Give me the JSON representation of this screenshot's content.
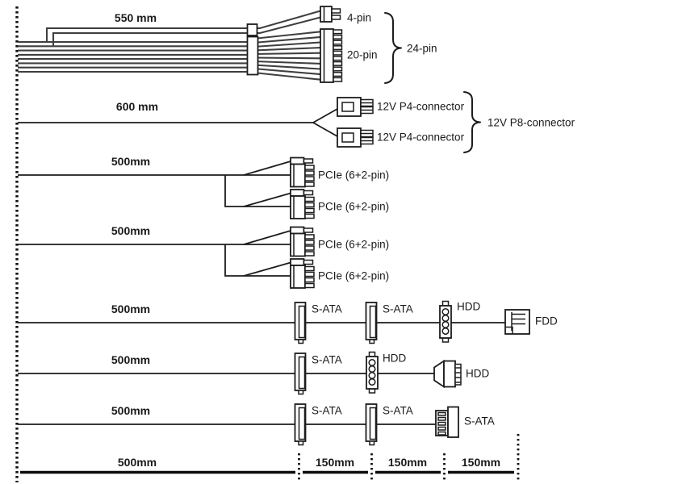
{
  "colors": {
    "ink": "#1a1a1a",
    "wire_gray": "#3f3f3f",
    "background": "#ffffff"
  },
  "cables": {
    "atx": {
      "length_label": "550 mm",
      "connector_4pin": "4-pin",
      "connector_20pin": "20-pin",
      "combined": "24-pin"
    },
    "eps": {
      "length_label": "600 mm",
      "p4_top": "12V P4-connector",
      "p4_bottom": "12V P4-connector",
      "combined": "12V P8-connector"
    },
    "pcie_a": {
      "length_label": "500mm",
      "conn_top": "PCIe (6+2-pin)",
      "conn_bottom": "PCIe (6+2-pin)"
    },
    "pcie_b": {
      "length_label": "500mm",
      "conn_top": "PCIe (6+2-pin)",
      "conn_bottom": "PCIe (6+2-pin)"
    },
    "periph_a": {
      "length_label": "500mm",
      "conn_1": "S-ATA",
      "conn_2": "S-ATA",
      "conn_3": "HDD",
      "conn_4": "FDD"
    },
    "periph_b": {
      "length_label": "500mm",
      "conn_1": "S-ATA",
      "conn_2": "HDD",
      "conn_3": "HDD"
    },
    "periph_c": {
      "length_label": "500mm",
      "conn_1": "S-ATA",
      "conn_2": "S-ATA",
      "conn_3": "S-ATA"
    }
  },
  "ruler": {
    "seg_500": "500mm",
    "seg_150_1": "150mm",
    "seg_150_2": "150mm",
    "seg_150_3": "150mm"
  }
}
